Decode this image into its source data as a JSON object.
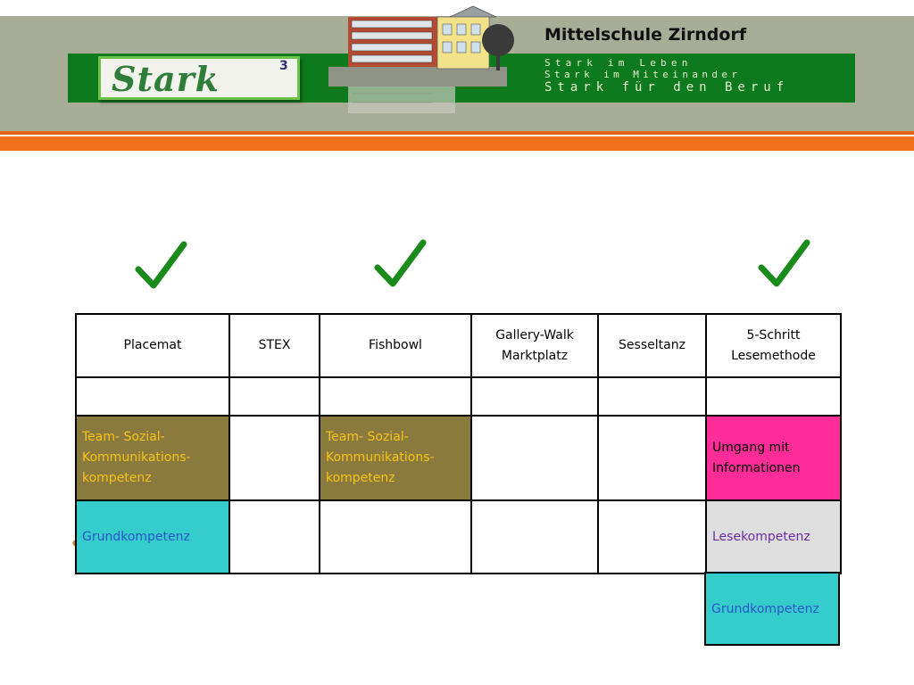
{
  "header": {
    "school_name": "Mittelschule Zirndorf",
    "slogans": [
      "Stark im Leben",
      "Stark im Miteinander",
      "Stark für den Beruf"
    ],
    "logo": {
      "text": "Stark",
      "superscript": "3"
    },
    "colors": {
      "band": "#a8ad98",
      "green": "#0d7a1d",
      "orange": "#f2711c"
    }
  },
  "checkmarks": {
    "icon": "checkmark-icon",
    "color": "#1a8a1a",
    "count": 3
  },
  "table": {
    "columns": [
      "Placemat",
      "STEX",
      "Fishbowl",
      "Gallery-Walk Marktplatz",
      "Sesseltanz",
      "5-Schritt Lesemethode"
    ],
    "rows": [
      [
        "",
        "",
        "",
        "",
        "",
        ""
      ],
      [
        "Team- Sozial-Kommunikations-kompetenz",
        "",
        "Team- Sozial-Kommunikations-kompetenz",
        "",
        "",
        "Umgang mit Informationen"
      ],
      [
        "Grundkompetenz",
        "",
        "",
        "",
        "",
        "Lesekompetenz"
      ]
    ],
    "extra_cell": "Grundkompetenz",
    "cell_colors": {
      "olive": "#8a7a3e",
      "cyan": "#35cccc",
      "magenta": "#fe2c98",
      "grey": "#dedede"
    }
  }
}
